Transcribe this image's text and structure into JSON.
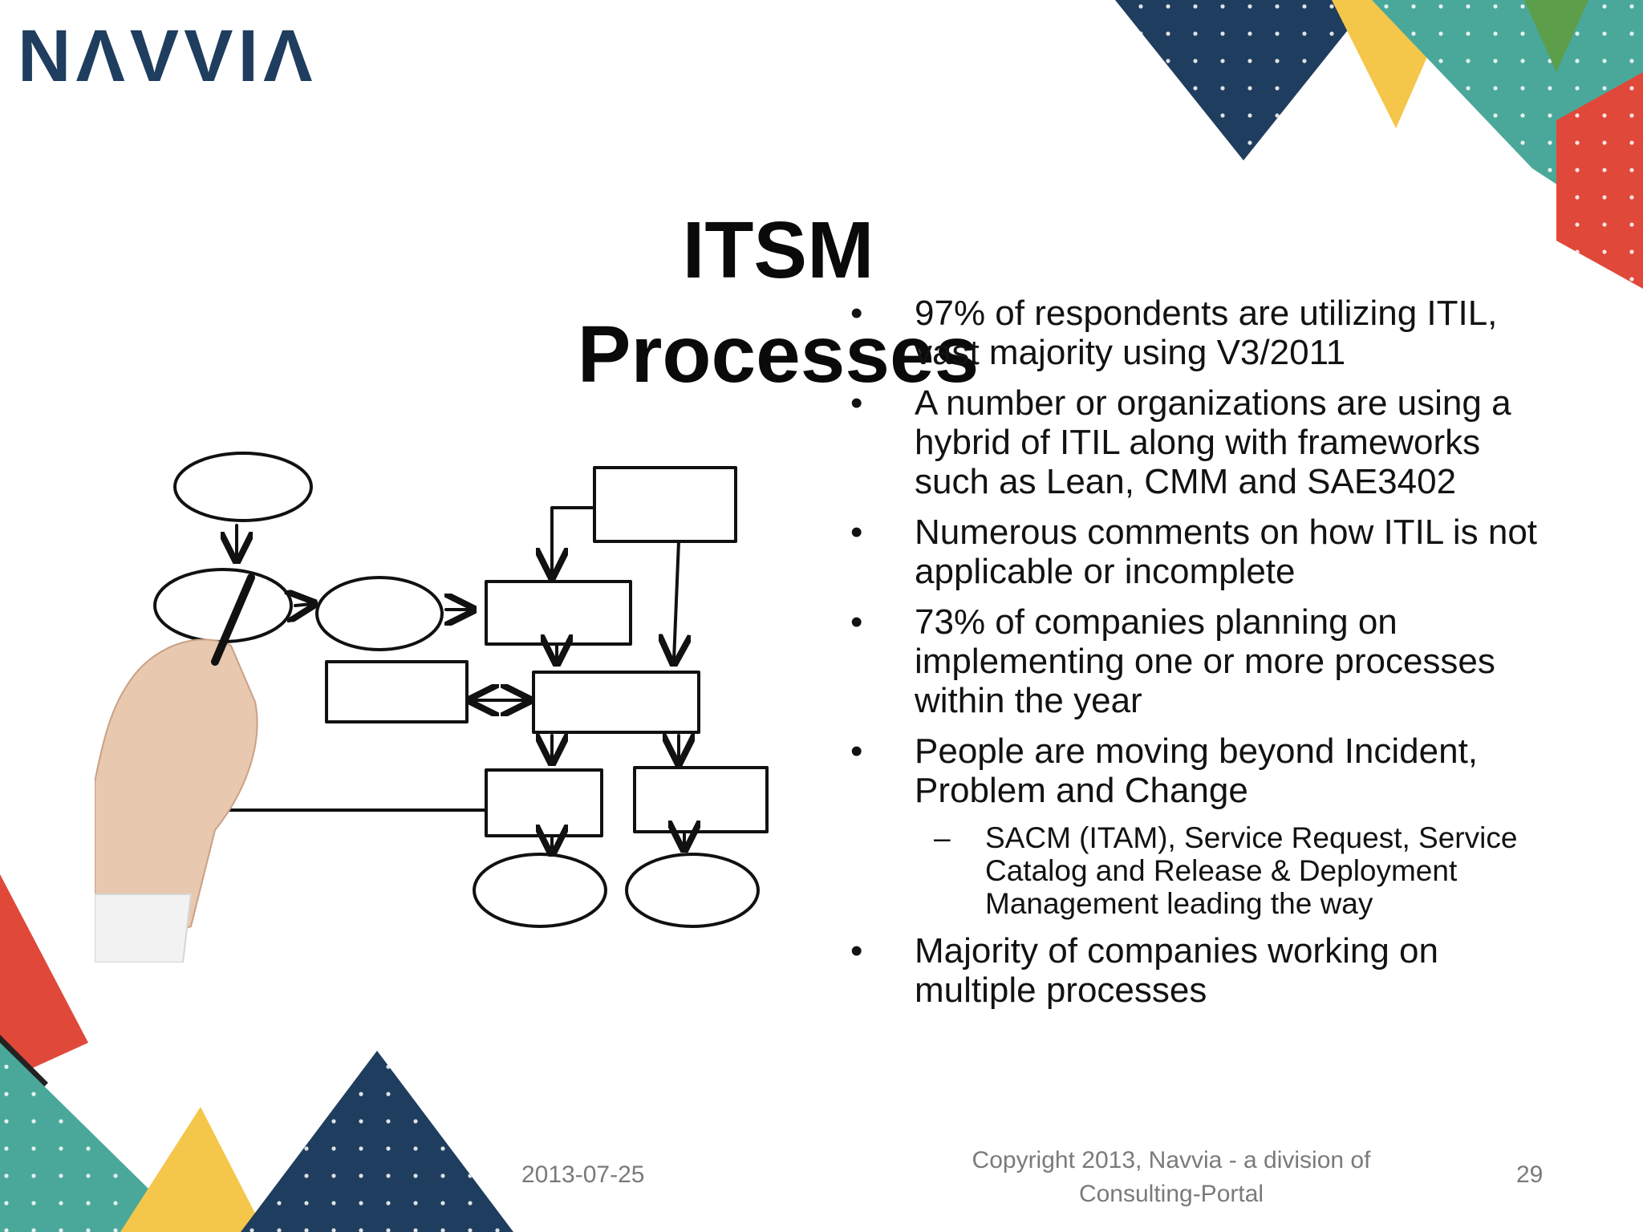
{
  "logo": {
    "text": "NΛVVIΛ"
  },
  "title": "ITSM Processes",
  "bullets": [
    {
      "text": "97% of respondents are utilizing ITIL, vast majority using V3/2011"
    },
    {
      "text": "A number or organizations are using a hybrid of ITIL along with frameworks such as Lean, CMM and SAE3402"
    },
    {
      "text": "Numerous comments on how ITIL is not applicable or incomplete"
    },
    {
      "text": "73% of companies planning on implementing one or more processes within the year"
    },
    {
      "text": "People are moving beyond Incident, Problem and Change",
      "subitems": [
        {
          "text": "SACM (ITAM), Service Request, Service Catalog and Release & Deployment Management leading the way"
        }
      ]
    },
    {
      "text": "Majority of companies working on multiple processes"
    }
  ],
  "bullet_symbol": "•",
  "subitem_symbol": "–",
  "footer": {
    "date": "2013-07-25",
    "copyright": "Copyright 2013, Navvia - a division of Consulting-Portal",
    "page_number": "29"
  },
  "colors": {
    "navy": "#1f3d5e",
    "teal": "#4aa89a",
    "yellow": "#f4c64a",
    "red": "#e0483a",
    "green": "#5c9e4a",
    "text": "#121212",
    "footer_text": "#7a7a7a"
  }
}
